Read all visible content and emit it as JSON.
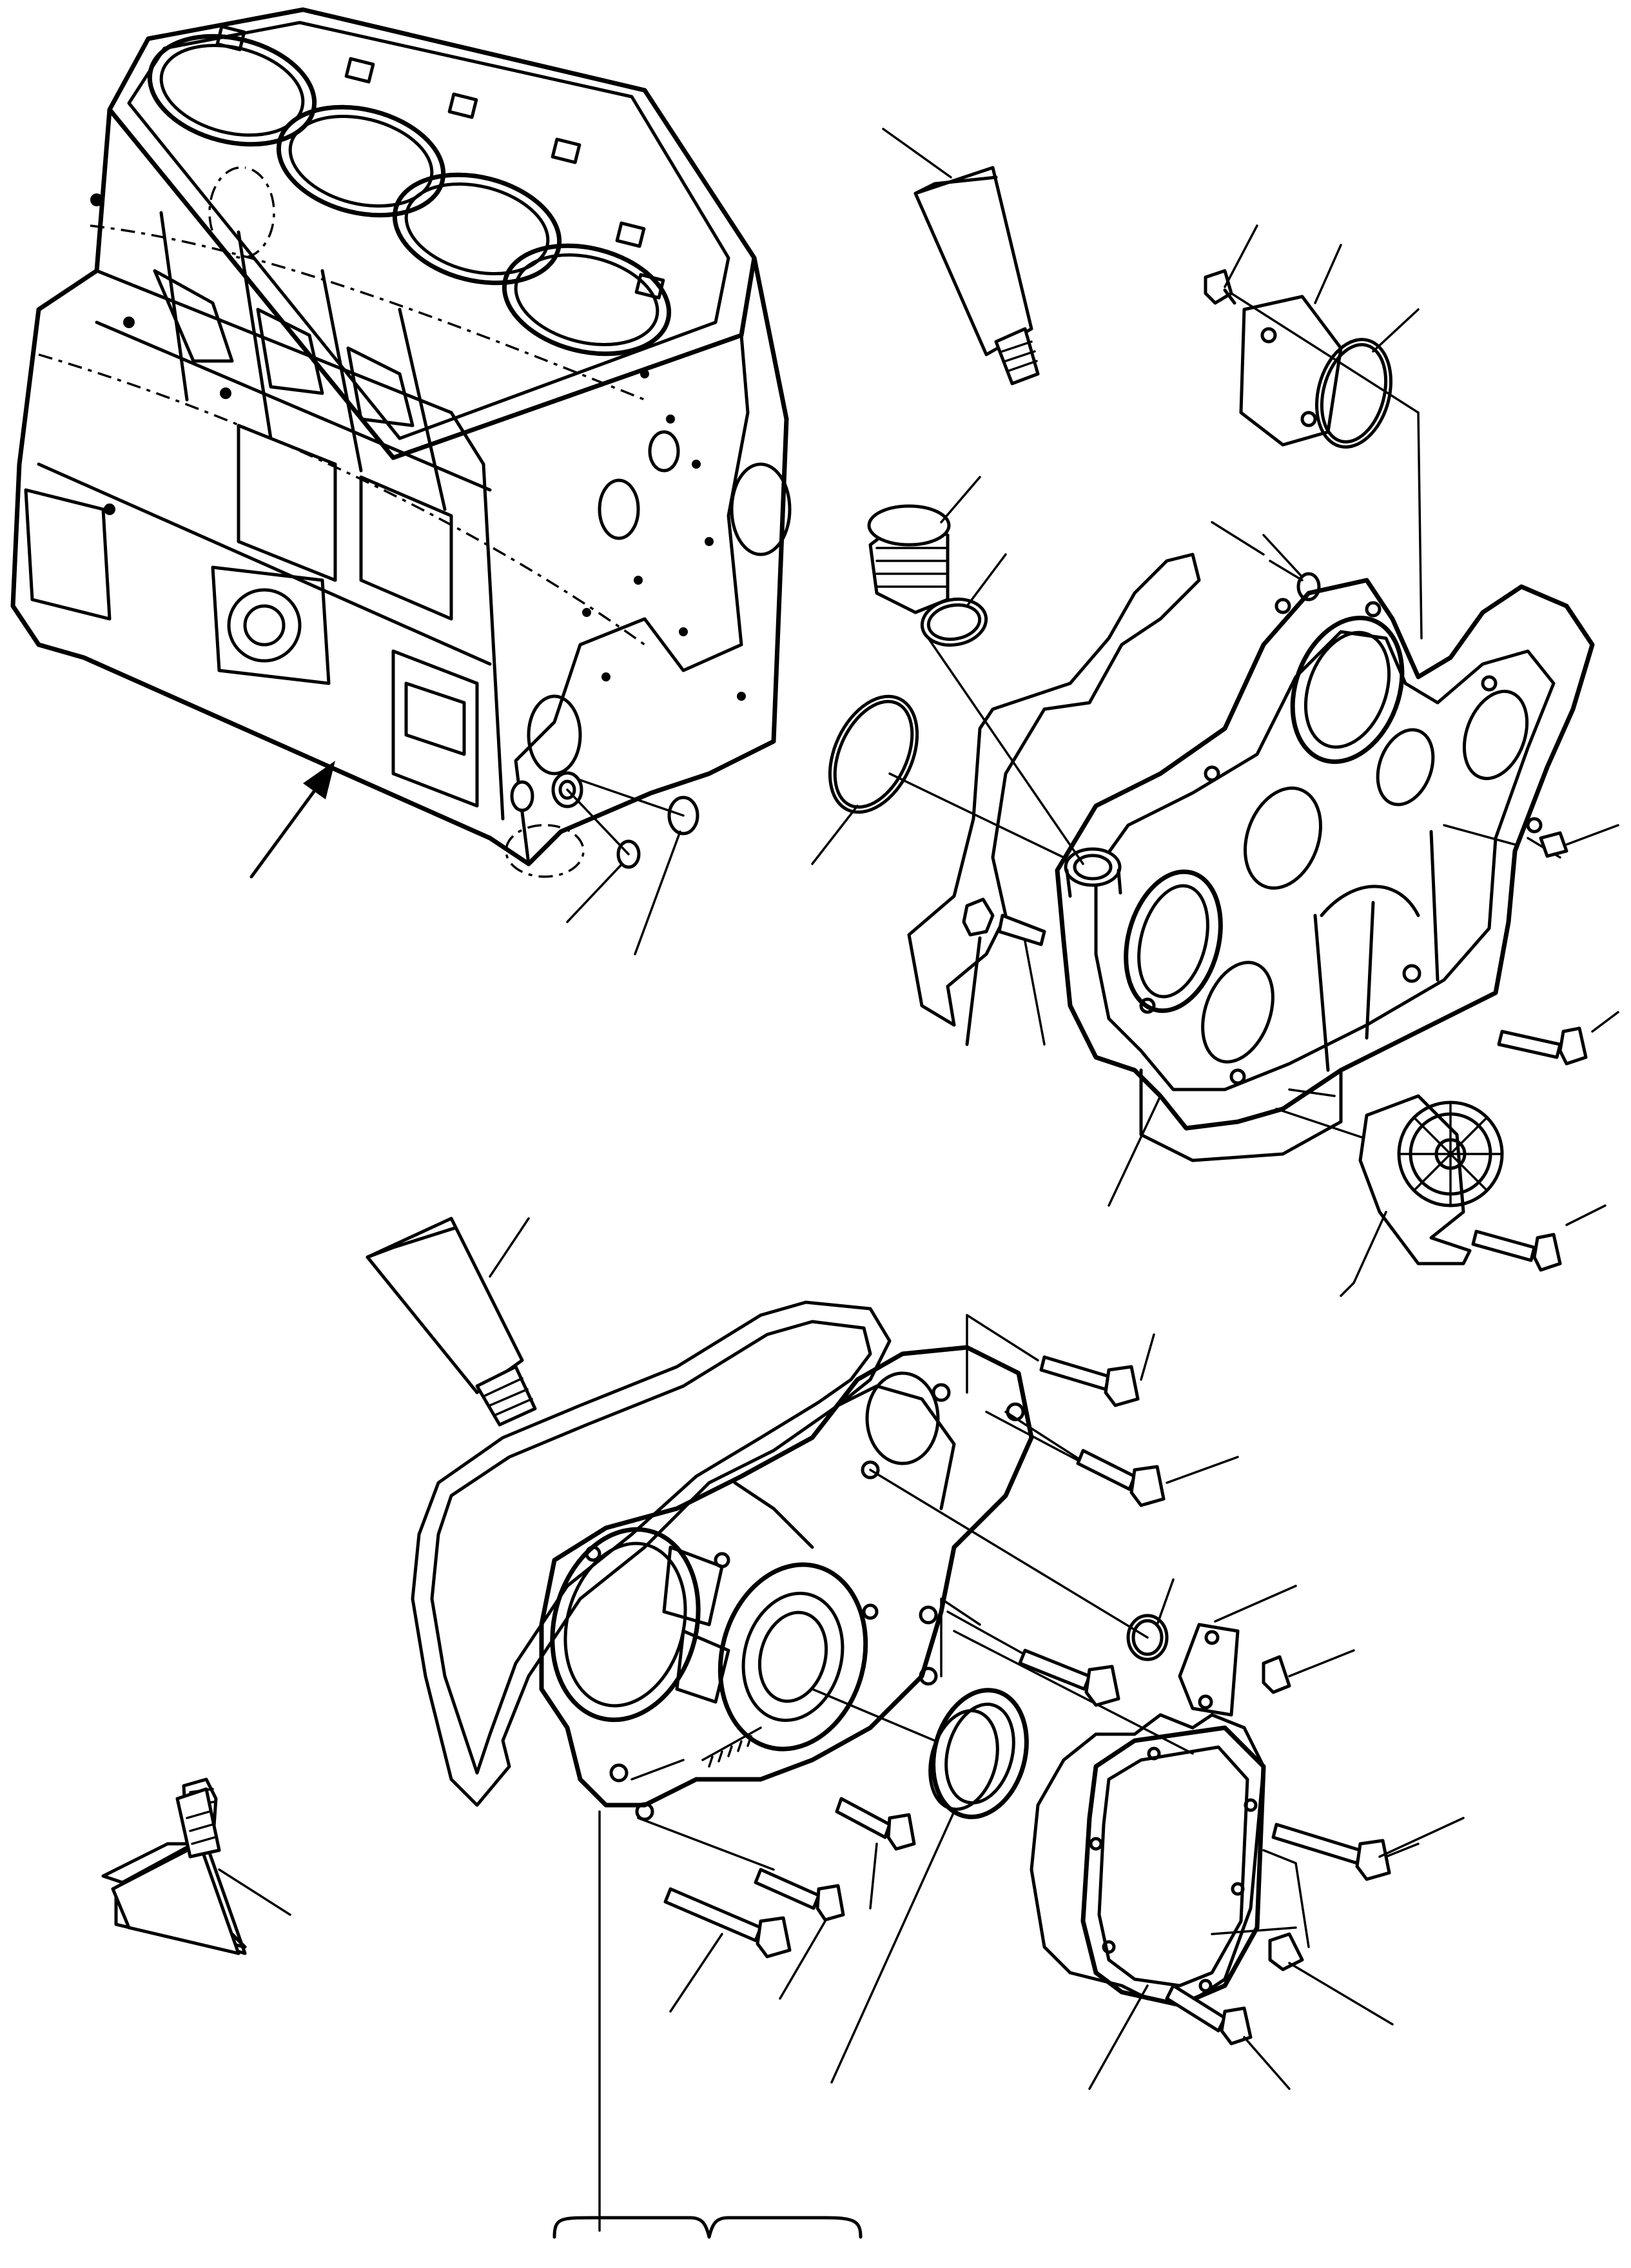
{
  "figure": {
    "kind": "exploded-parts-drawing",
    "colors": {
      "line": "#000000",
      "background": "#ffffff"
    },
    "components": [
      "cylinder-block",
      "sealant-tube-upper",
      "cover-plate",
      "front-cover-plate",
      "oil-filler-plug",
      "gear-case-gasket",
      "oil-pump",
      "sealant-tube-middle",
      "gear-case-cover",
      "front-oil-seal",
      "sealant-tube-lower",
      "rear-cover"
    ]
  }
}
